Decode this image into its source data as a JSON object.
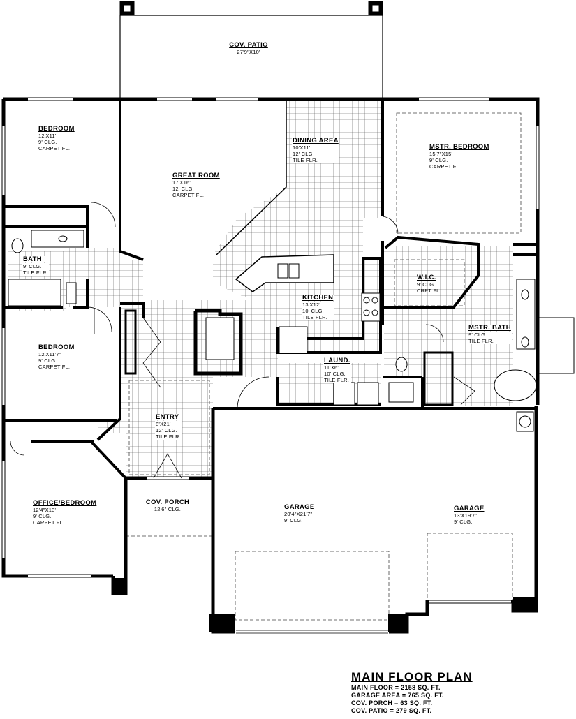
{
  "rooms": {
    "patio": {
      "name": "COV. PATIO",
      "lines": [
        "27'9\"X10'"
      ]
    },
    "bedroom1": {
      "name": "BEDROOM",
      "lines": [
        "12'X11'",
        "9' CLG.",
        "CARPET FL."
      ]
    },
    "great_room": {
      "name": "GREAT ROOM",
      "lines": [
        "17'X16'",
        "12' CLG.",
        "CARPET FL."
      ]
    },
    "dining": {
      "name": "DINING AREA",
      "lines": [
        "10'X11'",
        "12' CLG.",
        "TILE FLR."
      ]
    },
    "master_bedroom": {
      "name": "MSTR. BEDROOM",
      "lines": [
        "15'7\"X15'",
        "9' CLG.",
        "CARPET FL."
      ]
    },
    "bath": {
      "name": "BATH",
      "lines": [
        "9' CLG.",
        "TILE FLR."
      ]
    },
    "wic": {
      "name": "W.I.C.",
      "lines": [
        "9' CLG.",
        "CRPT FL."
      ]
    },
    "kitchen": {
      "name": "KITCHEN",
      "lines": [
        "13'X12'",
        "10' CLG.",
        "TILE FLR."
      ]
    },
    "bedroom2": {
      "name": "BEDROOM",
      "lines": [
        "12'X11'7\"",
        "9' CLG.",
        "CARPET FL."
      ]
    },
    "master_bath": {
      "name": "MSTR. BATH",
      "lines": [
        "9' CLG.",
        "TILE FLR."
      ]
    },
    "laundry": {
      "name": "LAUND.",
      "lines": [
        "11'X6'",
        "10' CLG.",
        "TILE FLR."
      ]
    },
    "entry": {
      "name": "ENTRY",
      "lines": [
        "8'X21'",
        "12' CLG.",
        "TILE FLR."
      ]
    },
    "office": {
      "name": "OFFICE/BEDROOM",
      "lines": [
        "12'4\"X13'",
        "9' CLG.",
        "CARPET FL."
      ]
    },
    "porch": {
      "name": "COV. PORCH",
      "lines": [
        "12'6\" CLG."
      ]
    },
    "garage1": {
      "name": "GARAGE",
      "lines": [
        "20'4\"X21'7\"",
        "9' CLG."
      ]
    },
    "garage2": {
      "name": "GARAGE",
      "lines": [
        "13'X19'7\"",
        "9' CLG."
      ]
    }
  },
  "legend": {
    "title": "MAIN FLOOR PLAN",
    "lines": [
      "MAIN FLOOR = 2158 SQ. FT.",
      "GARAGE AREA = 765 SQ. FT.",
      "COV. PORCH = 63 SQ. FT.",
      "COV. PATIO = 279 SQ. FT."
    ]
  }
}
